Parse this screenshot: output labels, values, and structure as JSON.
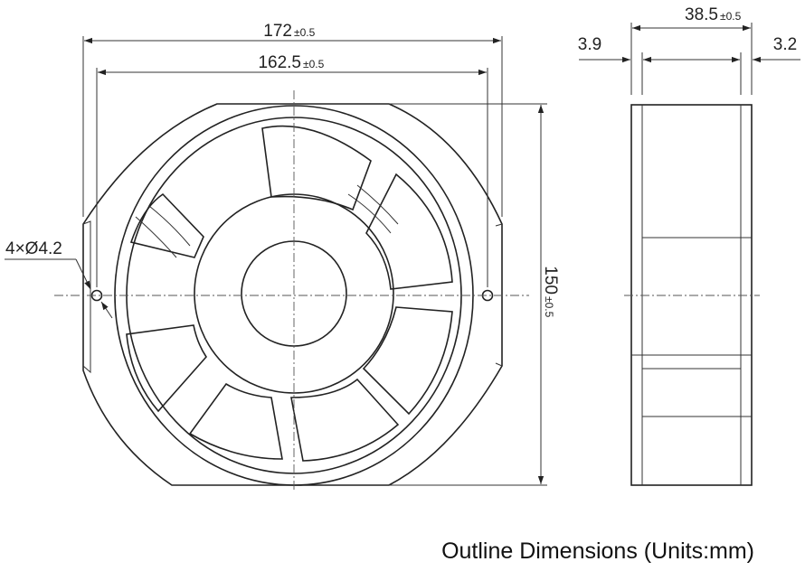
{
  "dimensions": {
    "overall_width": {
      "value": "172",
      "tolerance": "±0.5"
    },
    "hole_spacing": {
      "value": "162.5",
      "tolerance": "±0.5"
    },
    "height": {
      "value": "150",
      "tolerance": "±0.5"
    },
    "depth": {
      "value": "38.5",
      "tolerance": "±0.5"
    },
    "left_flange": {
      "value": "3.9"
    },
    "right_flange": {
      "value": "3.2"
    },
    "mounting_holes": {
      "value": "4×Ø4.2"
    }
  },
  "caption": "Outline Dimensions (Units:mm)"
}
